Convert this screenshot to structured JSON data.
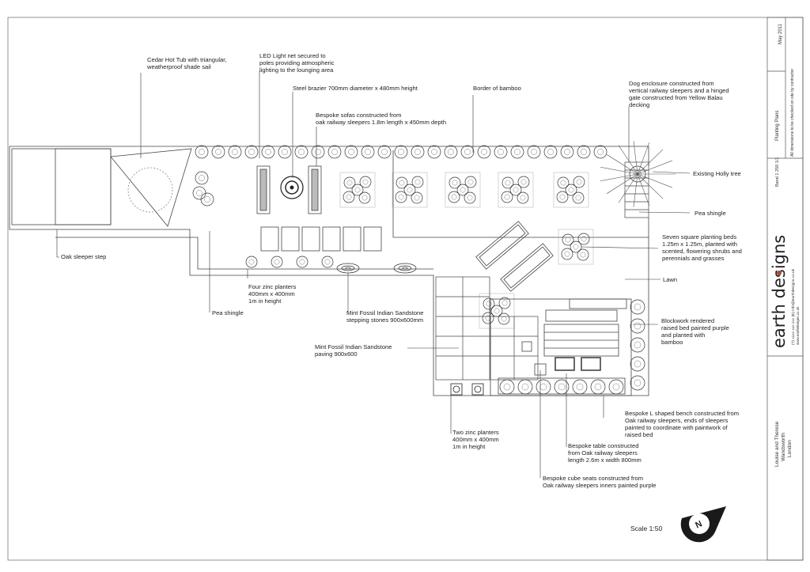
{
  "labels": {
    "hot_tub": [
      "Cedar Hot Tub with triangular,",
      "weatherproof shade sail"
    ],
    "led_light": [
      "LED Light net secured to",
      "poles providing atmospheric",
      "lighting to the lounging area"
    ],
    "brazier": [
      "Steel brazier 700mm diameter x 480mm height"
    ],
    "bamboo_border": [
      "Border of bamboo"
    ],
    "sofas": [
      "Bespoke sofas constructed from",
      "oak railway sleepers 1.8m length x 450mm depth"
    ],
    "dog_enclosure": [
      "Dog enclosure constructed from",
      "vertical railway sleepers and a hinged",
      "gate constructed from Yellow Balau",
      "decking"
    ],
    "holly": [
      "Existing Holly tree"
    ],
    "pea_shingle_right": [
      "Pea shingle"
    ],
    "planting_beds": [
      "Seven square planting beds",
      "1.25m x 1.25m, planted with",
      "scented, flowering shrubs and",
      "perennials and grasses"
    ],
    "lawn": [
      "Lawn"
    ],
    "blockwork": [
      "Blockwork rendered",
      "raised bed painted purple",
      "and planted with",
      "bamboo"
    ],
    "oak_step": [
      "Oak sleeper step"
    ],
    "four_planters": [
      "Four zinc planters",
      "400mm x 400mm",
      "1m in height"
    ],
    "pea_shingle_left": [
      "Pea shingle"
    ],
    "stepping_stones": [
      "Mint Fossil Indian Sandstone",
      "stepping stones 900x600mm"
    ],
    "paving": [
      "Mint Fossil Indian Sandstone",
      "paving 900x600"
    ],
    "l_bench": [
      "Bespoke L shaped bench constructed from",
      "Oak railway sleepers, ends of sleepers",
      "painted to coordinate with paintwork of",
      "raised bed"
    ],
    "two_planters": [
      "Two zinc planters",
      "400mm x 400mm",
      "1m in height"
    ],
    "table": [
      "Bespoke table constructed",
      "from Oak railway sleepers",
      "length 2.6m x width 800mm"
    ],
    "cube_seats": [
      "Bespoke cube seats constructed from",
      "Oak railway sleepers inners painted purple"
    ]
  },
  "scale": "Scale 1:50",
  "north": "N",
  "title_block": {
    "brand": "earth designs",
    "date": "May 2011",
    "drawing": "Planting Plans",
    "drawing_no": "Band 1 250 1/1",
    "disclaimer": "All dimensions to be checked on site by contractor",
    "contact": "(T) xxxx xxx xxx (E) info@earthdesigns.co.uk",
    "web": "www.earthdesigns.co.uk",
    "client": [
      "Louise and Therese",
      "Wandsworth",
      "London"
    ]
  }
}
